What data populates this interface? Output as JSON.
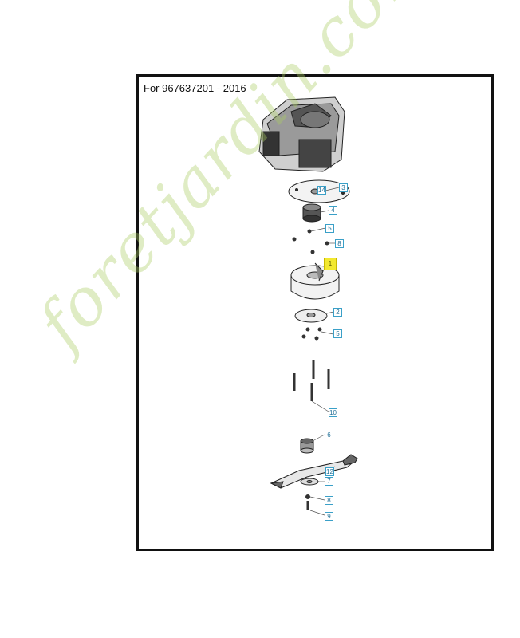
{
  "title": "For 967637201 - 2016",
  "watermark": "foretjardin.com",
  "callouts": [
    {
      "id": "c14",
      "label": "14"
    },
    {
      "id": "c3",
      "label": "3"
    },
    {
      "id": "c4",
      "label": "4"
    },
    {
      "id": "c5a",
      "label": "5"
    },
    {
      "id": "c8a",
      "label": "8"
    },
    {
      "id": "c1",
      "label": "1",
      "highlight": true
    },
    {
      "id": "c2",
      "label": "2"
    },
    {
      "id": "c5b",
      "label": "5"
    },
    {
      "id": "c10",
      "label": "10"
    },
    {
      "id": "c6",
      "label": "6"
    },
    {
      "id": "c12",
      "label": "12"
    },
    {
      "id": "c7",
      "label": "7"
    },
    {
      "id": "c8b",
      "label": "8"
    },
    {
      "id": "c9",
      "label": "9"
    }
  ],
  "colors": {
    "callout_border": "#3aa0c8",
    "highlight": "#f2e830",
    "watermark": "#aacd64"
  }
}
